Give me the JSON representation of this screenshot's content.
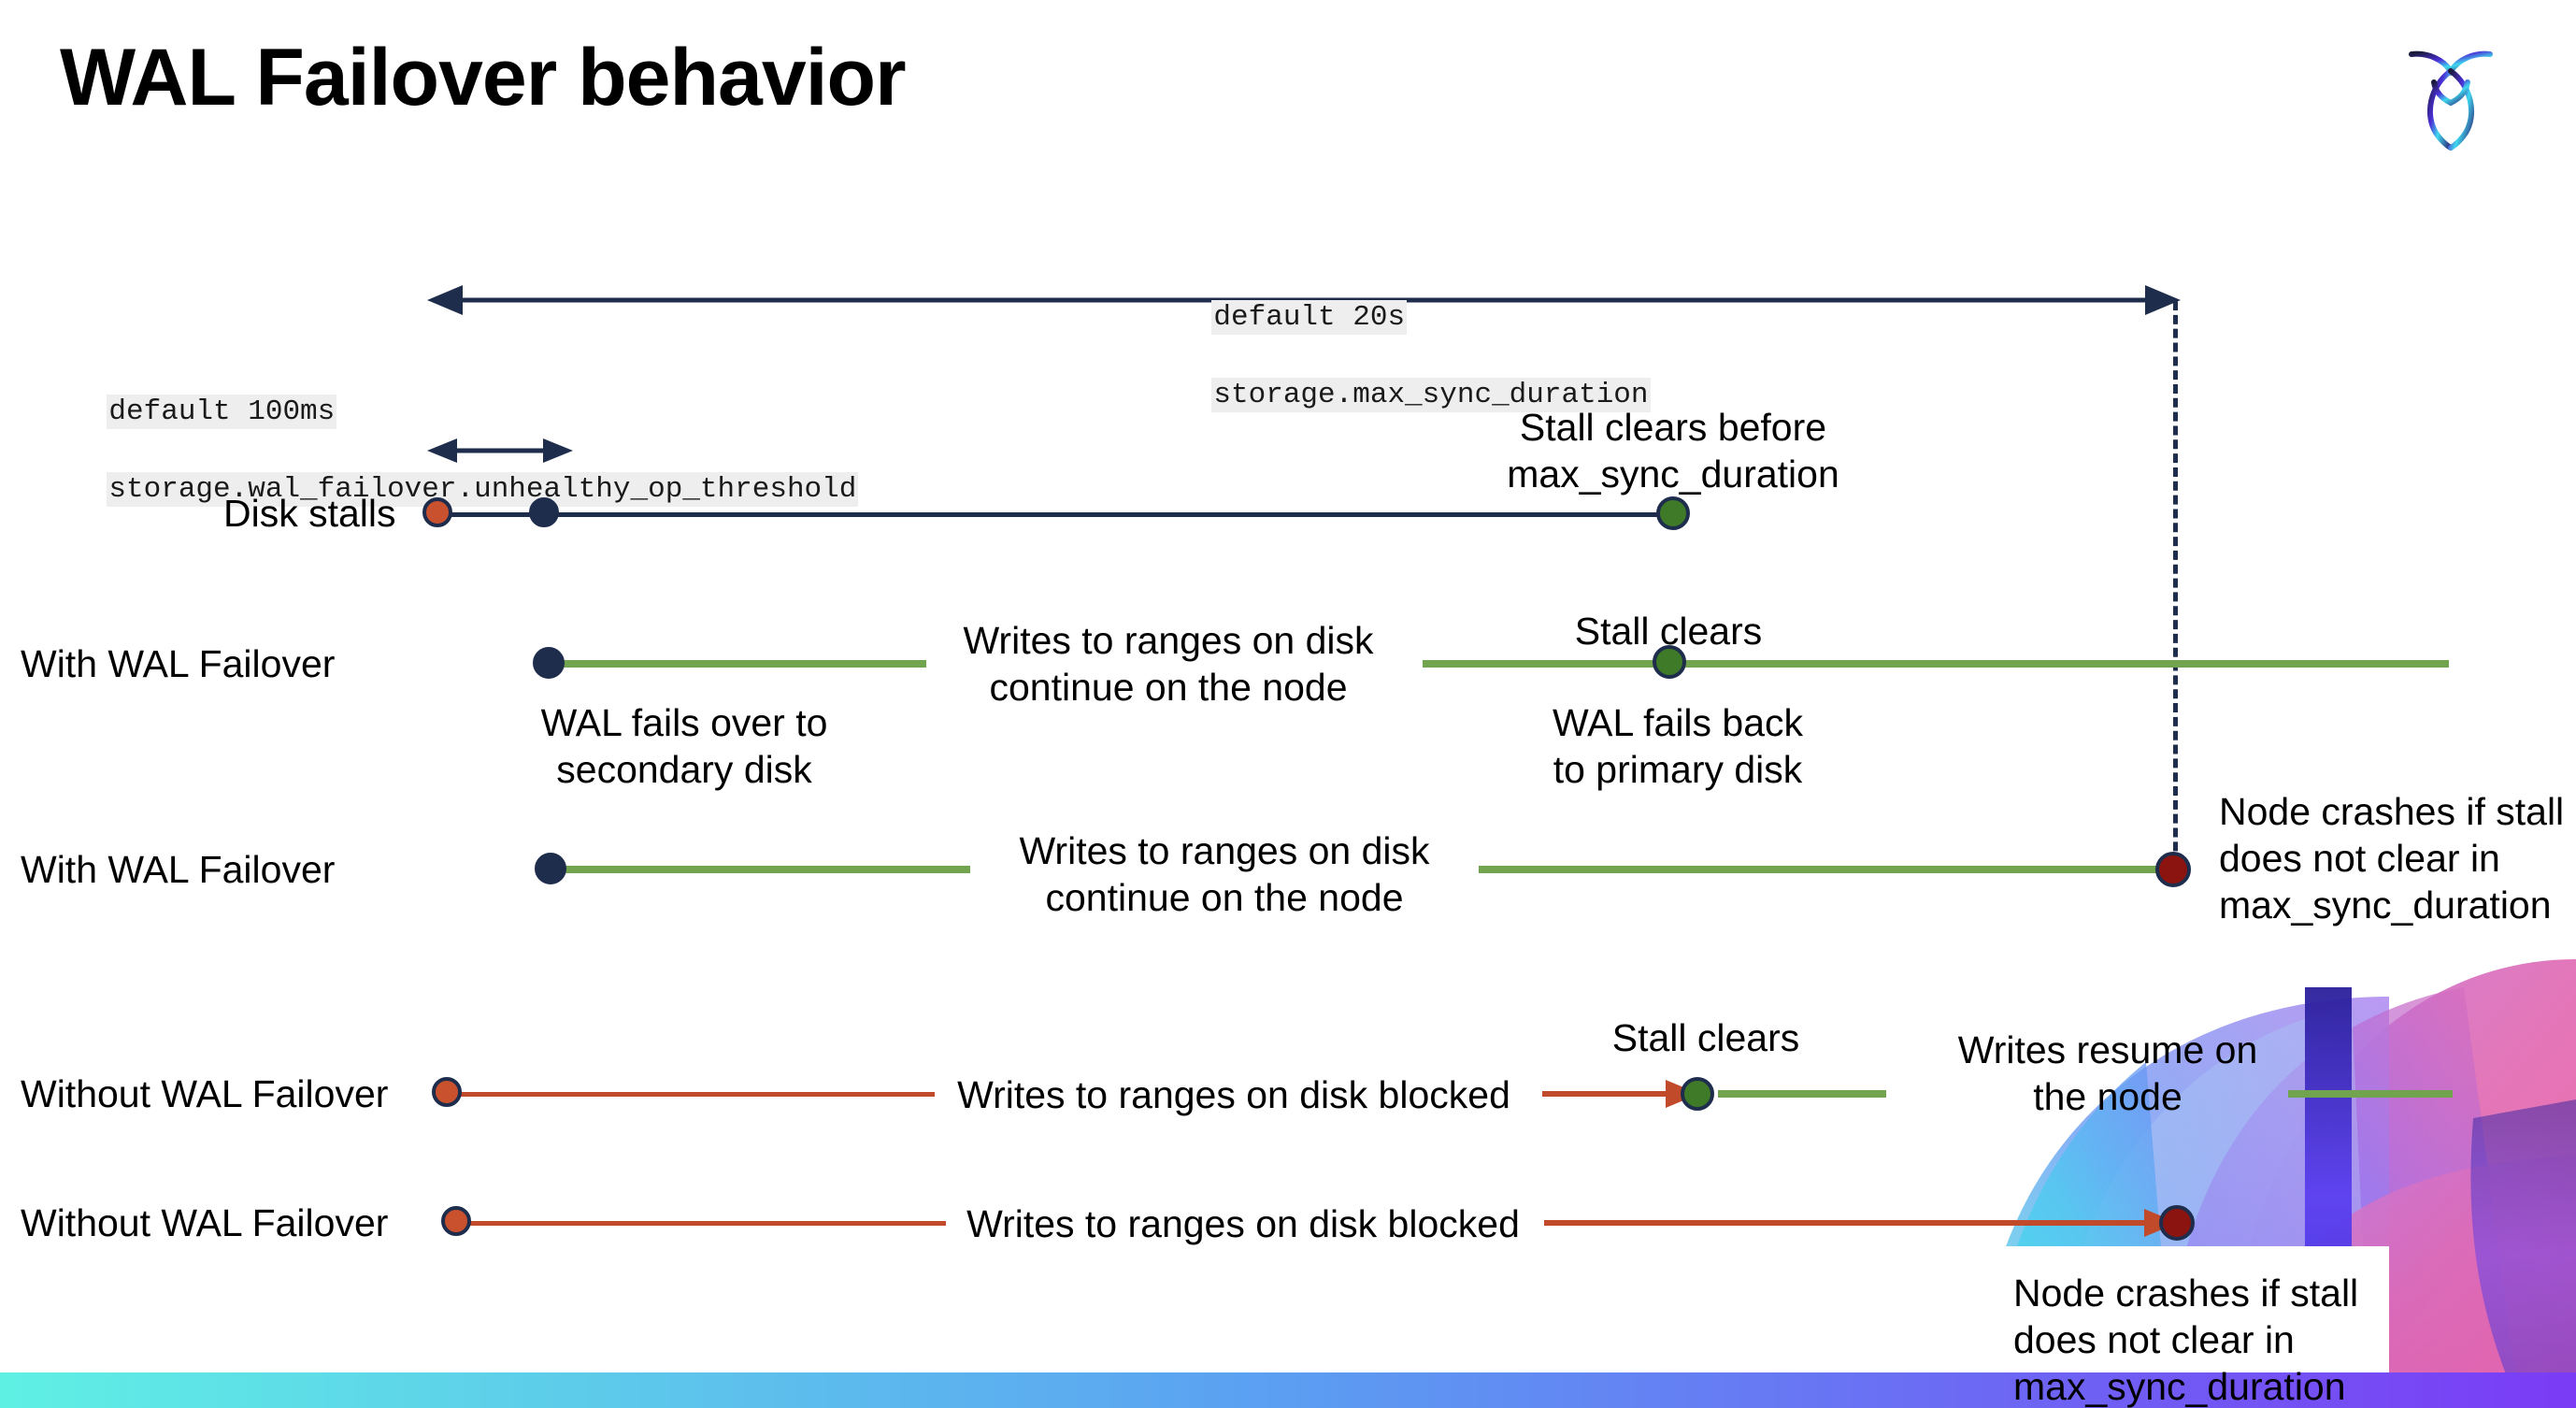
{
  "slide": {
    "title": "WAL Failover behavior",
    "logo_icon": "cockroach-logo-icon"
  },
  "annotations": {
    "max_sync": {
      "default": "default 20s",
      "setting": "storage.max_sync_duration"
    },
    "unhealthy_op": {
      "default": "default 100ms",
      "setting": "storage.wal_failover.unhealthy_op_threshold"
    }
  },
  "rows": [
    {
      "id": "disk-stalls",
      "label": "Disk stalls",
      "notes": [
        {
          "id": "stall-clears-before",
          "text": "Stall clears before\nmax_sync_duration"
        }
      ]
    },
    {
      "id": "with-wal-failover-recovers",
      "label": "With WAL Failover",
      "notes": [
        {
          "id": "writes-continue-1",
          "text": "Writes to ranges on disk\ncontinue on the node"
        },
        {
          "id": "stall-clears-1",
          "text": "Stall clears"
        },
        {
          "id": "wal-fails-over",
          "text": "WAL fails over to\nsecondary disk"
        },
        {
          "id": "wal-fails-back",
          "text": "WAL fails  back\nto primary disk"
        }
      ]
    },
    {
      "id": "with-wal-failover-crashes",
      "label": "With WAL Failover",
      "notes": [
        {
          "id": "writes-continue-2",
          "text": "Writes to ranges on disk\ncontinue on the node"
        },
        {
          "id": "node-crashes-1",
          "text": "Node crashes if stall\ndoes not clear in\nmax_sync_duration"
        }
      ]
    },
    {
      "id": "without-wal-failover-recovers",
      "label": "Without WAL Failover",
      "notes": [
        {
          "id": "writes-blocked-1",
          "text": "Writes to ranges on disk  blocked"
        },
        {
          "id": "stall-clears-2",
          "text": "Stall clears"
        },
        {
          "id": "writes-resume",
          "text": "Writes resume on\nthe node"
        }
      ]
    },
    {
      "id": "without-wal-failover-crashes",
      "label": "Without WAL Failover",
      "notes": [
        {
          "id": "writes-blocked-2",
          "text": "Writes to ranges on disk  blocked"
        },
        {
          "id": "node-crashes-2",
          "text": "Node crashes if stall\ndoes not clear in\nmax_sync_duration"
        }
      ]
    }
  ],
  "colors": {
    "navy": "#1f2d4d",
    "green_line": "#72a450",
    "red_line": "#c14a2b",
    "dot_orange": "#c9512e",
    "dot_navy": "#1f2d4d",
    "dot_green": "#3f7a28",
    "dot_darkred": "#8b1410",
    "code_bg": "#eeeeee",
    "bar_gradient_start": "#5ff0e4",
    "bar_gradient_mid": "#5b9ef2",
    "bar_gradient_end": "#7b3bf5"
  }
}
